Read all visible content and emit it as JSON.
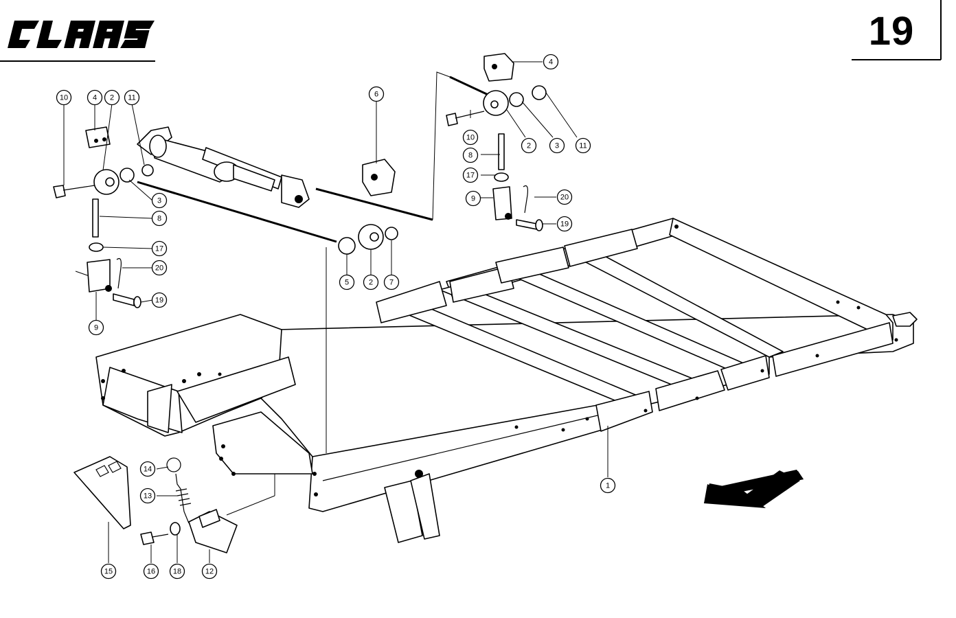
{
  "brand": {
    "name": "CLAAS"
  },
  "page": {
    "number": "19"
  },
  "callouts": [
    {
      "id": "c10a",
      "label": "10"
    },
    {
      "id": "c4a",
      "label": "4"
    },
    {
      "id": "c2a",
      "label": "2"
    },
    {
      "id": "c11a",
      "label": "11"
    },
    {
      "id": "c3a",
      "label": "3"
    },
    {
      "id": "c8a",
      "label": "8"
    },
    {
      "id": "c17a",
      "label": "17"
    },
    {
      "id": "c20a",
      "label": "20"
    },
    {
      "id": "c19a",
      "label": "19"
    },
    {
      "id": "c9a",
      "label": "9"
    },
    {
      "id": "c6",
      "label": "6"
    },
    {
      "id": "c5",
      "label": "5"
    },
    {
      "id": "c2b",
      "label": "2"
    },
    {
      "id": "c7",
      "label": "7"
    },
    {
      "id": "c4b",
      "label": "4"
    },
    {
      "id": "c10b",
      "label": "10"
    },
    {
      "id": "c2c",
      "label": "2"
    },
    {
      "id": "c3b",
      "label": "3"
    },
    {
      "id": "c11b",
      "label": "11"
    },
    {
      "id": "c8b",
      "label": "8"
    },
    {
      "id": "c17b",
      "label": "17"
    },
    {
      "id": "c9b",
      "label": "9"
    },
    {
      "id": "c20b",
      "label": "20"
    },
    {
      "id": "c19b",
      "label": "19"
    },
    {
      "id": "c1",
      "label": "1"
    },
    {
      "id": "c14",
      "label": "14"
    },
    {
      "id": "c13",
      "label": "13"
    },
    {
      "id": "c15",
      "label": "15"
    },
    {
      "id": "c16",
      "label": "16"
    },
    {
      "id": "c18",
      "label": "18"
    },
    {
      "id": "c12",
      "label": "12"
    }
  ],
  "direction_arrow": {
    "icon": "arrow-left-down-icon"
  }
}
